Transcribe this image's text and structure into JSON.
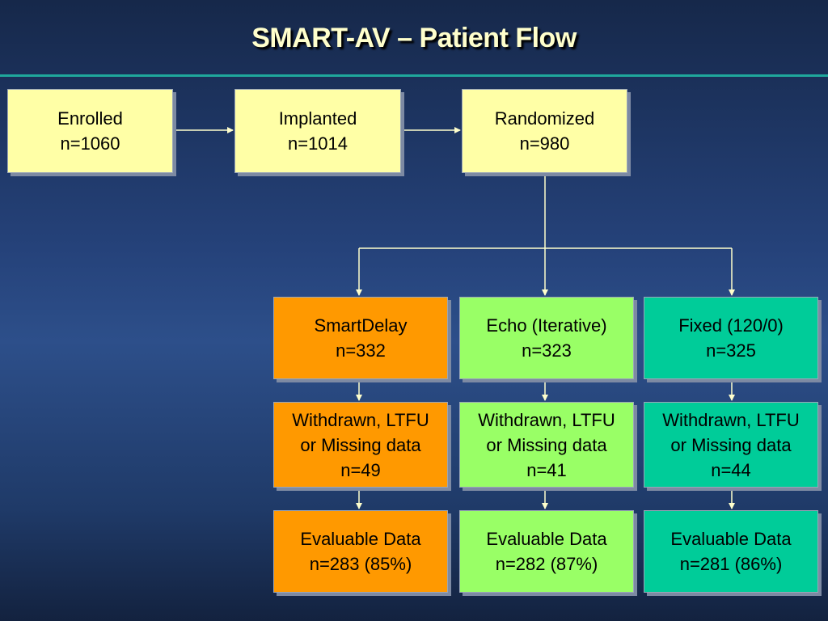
{
  "title": "SMART-AV – Patient Flow",
  "colors": {
    "background": "#25427a",
    "title": "#ffffcc",
    "rule": "#1fa89c",
    "box_top": "#ffffa6",
    "smartdelay": "#ff9900",
    "echo": "#99ff66",
    "fixed": "#00cc99",
    "connector": "#ffffcc"
  },
  "top_row": [
    {
      "label": "Enrolled",
      "count": "n=1060"
    },
    {
      "label": "Implanted",
      "count": "n=1014"
    },
    {
      "label": "Randomized",
      "count": "n=980"
    }
  ],
  "arms": [
    {
      "name": "SmartDelay",
      "count": "n=332",
      "withdrawn_line1": "Withdrawn, LTFU",
      "withdrawn_line2": "or Missing data",
      "withdrawn_count": "n=49",
      "evaluable_label": "Evaluable Data",
      "evaluable_count": "n=283 (85%)"
    },
    {
      "name": "Echo (Iterative)",
      "count": "n=323",
      "withdrawn_line1": "Withdrawn, LTFU",
      "withdrawn_line2": "or Missing data",
      "withdrawn_count": "n=41",
      "evaluable_label": "Evaluable Data",
      "evaluable_count": "n=282 (87%)"
    },
    {
      "name": "Fixed (120/0)",
      "count": "n=325",
      "withdrawn_line1": "Withdrawn, LTFU",
      "withdrawn_line2": "or Missing data",
      "withdrawn_count": "n=44",
      "evaluable_label": "Evaluable Data",
      "evaluable_count": "n=281 (86%)"
    }
  ]
}
